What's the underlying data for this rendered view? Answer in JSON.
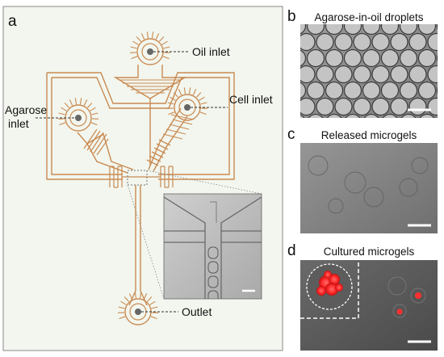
{
  "panels": {
    "a": {
      "letter": "a",
      "labels": {
        "oil_inlet": "Oil inlet",
        "cell_inlet": "Cell inlet",
        "agarose_line1": "Agarose",
        "agarose_line2": "inlet",
        "outlet": "Outlet"
      }
    },
    "b": {
      "letter": "b",
      "title": "Agarose-in-oil droplets"
    },
    "c": {
      "letter": "c",
      "title": "Released microgels"
    },
    "d": {
      "letter": "d",
      "title": "Cultured microgels"
    }
  },
  "colors": {
    "channel": "#c98a52",
    "panel_background": "#f2f6ee",
    "panel_border": "#8a8a8a",
    "inlet_dot": "#666666",
    "fluorescence": "#ff3030",
    "scale_bar": "#ffffff"
  }
}
